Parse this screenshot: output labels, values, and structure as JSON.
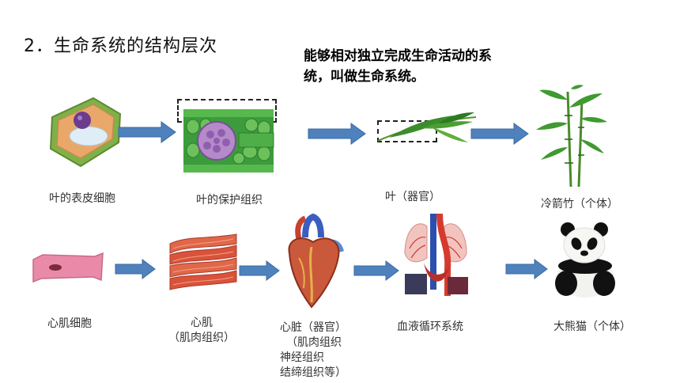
{
  "slide": {
    "title": "2．生命系统的结构层次",
    "definition_line1": "能够相对独立完成生命活动的系",
    "definition_line2": "统，叫做生命系统。"
  },
  "plant_row": {
    "cell_label": "叶的表皮细胞",
    "tissue_label": "叶的保护组织",
    "organ_label": "叶（器官）",
    "individual_label": "冷箭竹（个体）"
  },
  "animal_row": {
    "cell_label": "心肌细胞",
    "tissue_label_line1": "心肌",
    "tissue_label_line2": "（肌肉组织）",
    "organ_label_line1": "心脏（器官）",
    "organ_label_line2": "（肌肉组织",
    "organ_label_line3": "神经组织",
    "organ_label_line4": "结缔组织等）",
    "system_label": "血液循环系统",
    "individual_label": "大熊猫（个体）"
  },
  "colors": {
    "arrow_fill": "#4f81bd",
    "arrow_stroke": "#3a6aa0",
    "leaf_green": "#2e9e3a",
    "muscle_red": "#d9533a"
  }
}
